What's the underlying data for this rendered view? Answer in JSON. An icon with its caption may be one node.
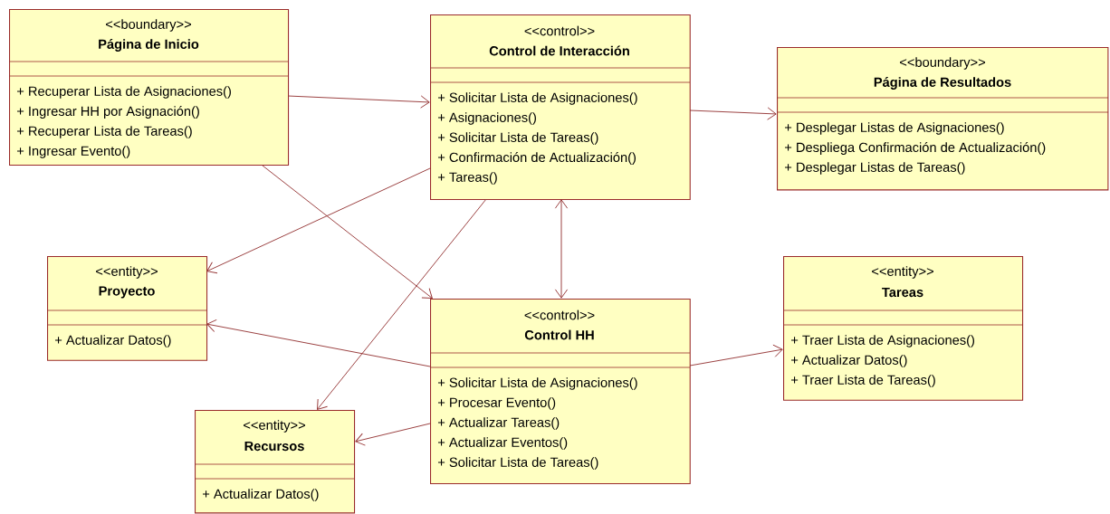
{
  "diagram": {
    "nodes": [
      {
        "text": [
          "<<boundary>>",
          "Página de Inicio",
          "+ Recuperar Lista de Asignaciones()",
          "+ Ingresar HH por Asignación()",
          "+ Recuperar Lista de Tareas()",
          "+ Ingresar Evento()"
        ]
      },
      {
        "text": [
          "<<control>>",
          "Control de Interacción",
          "+ Solicitar Lista de Asignaciones()",
          "+ Asignaciones()",
          "+ Solicitar Lista de Tareas()",
          "+ Confirmación de Actualización()",
          "+ Tareas()"
        ]
      },
      {
        "text": [
          "<<boundary>>",
          "Página de Resultados",
          "+ Desplegar Listas de Asignaciones()",
          "+ Despliega Confirmación de Actualización()",
          "+ Desplegar Listas de Tareas()"
        ]
      },
      {
        "text": [
          "<<entity>>",
          "Proyecto",
          "+ Actualizar Datos()"
        ]
      },
      {
        "text": [
          "<<entity>>",
          "Tareas",
          "+ Traer Lista de Asignaciones()",
          "+ Actualizar Datos()",
          "+ Traer Lista de Tareas()"
        ]
      },
      {
        "text": [
          "<<control>>",
          "Control HH",
          "+ Solicitar Lista de Asignaciones()",
          "+ Procesar Evento()",
          "+ Actualizar Tareas()",
          "+ Actualizar Eventos()",
          "+ Solicitar Lista de Tareas()"
        ]
      },
      {
        "text": [
          "<<entity>>",
          "Recursos",
          "+ Actualizar Datos()"
        ]
      }
    ],
    "edges": [
      {
        "from": 0,
        "to": 1,
        "arrow": "to"
      },
      {
        "from": 0,
        "to": 5,
        "arrow": "to"
      },
      {
        "from": 1,
        "to": 2,
        "arrow": "to"
      },
      {
        "from": 1,
        "to": 3,
        "arrow": "to"
      },
      {
        "from": 1,
        "to": 5,
        "arrow": "both"
      },
      {
        "from": 1,
        "to": 6,
        "arrow": "to"
      },
      {
        "from": 5,
        "to": 3,
        "arrow": "to"
      },
      {
        "from": 5,
        "to": 4,
        "arrow": "to"
      },
      {
        "from": 5,
        "to": 6,
        "arrow": "to"
      }
    ]
  }
}
